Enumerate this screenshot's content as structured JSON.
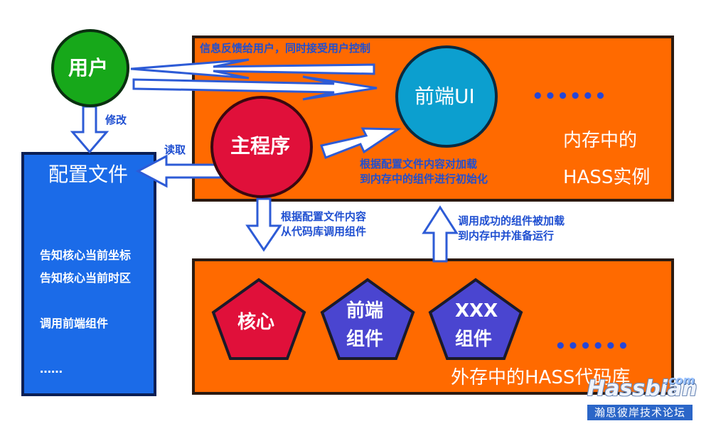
{
  "nodes": {
    "user": "用户",
    "main_program": "主程序",
    "frontend_ui": "前端UI",
    "config_file": "配置文件",
    "core": "核心",
    "frontend_component_line1": "前端",
    "frontend_component_line2": "组件",
    "xxx_component_line1": "XXX",
    "xxx_component_line2": "组件"
  },
  "labels": {
    "feedback": "信息反馈给用户，同时接受用户控制",
    "modify": "修改",
    "read": "读取",
    "load_line1": "根据配置文件内容对加载",
    "load_line2": "到内存中的组件进行初始化",
    "call_line1": "根据配置文件内容",
    "call_line2": "从代码库调用组件",
    "loaded_line1": "调用成功的组件被加载",
    "loaded_line2": "到内存中并准备运行",
    "memory_line1": "内存中的",
    "memory_line2": "HASS实例",
    "storage_title": "外存中的HASS代码库",
    "ellipsis_upper": "••••••",
    "ellipsis_lower": "••••••"
  },
  "config_items": [
    "告知核心当前坐标",
    "告知核心当前时区",
    "调用前端组件",
    "……"
  ],
  "watermark": {
    "logo": "Hassbian",
    "com": ".com",
    "tagline": "瀚思彼岸技术论坛"
  },
  "colors": {
    "panel_orange": "#ff6a00",
    "panel_border": "#2b1a10",
    "user_green": "#17a81a",
    "main_red": "#e0103a",
    "ui_cyan": "#0c9fcf",
    "config_blue": "#1b6be8",
    "core_red": "#e0103a",
    "component_blue": "#4a45d0",
    "arrow_blue": "#2d5bd6",
    "note_blue": "#1f4fd1"
  }
}
